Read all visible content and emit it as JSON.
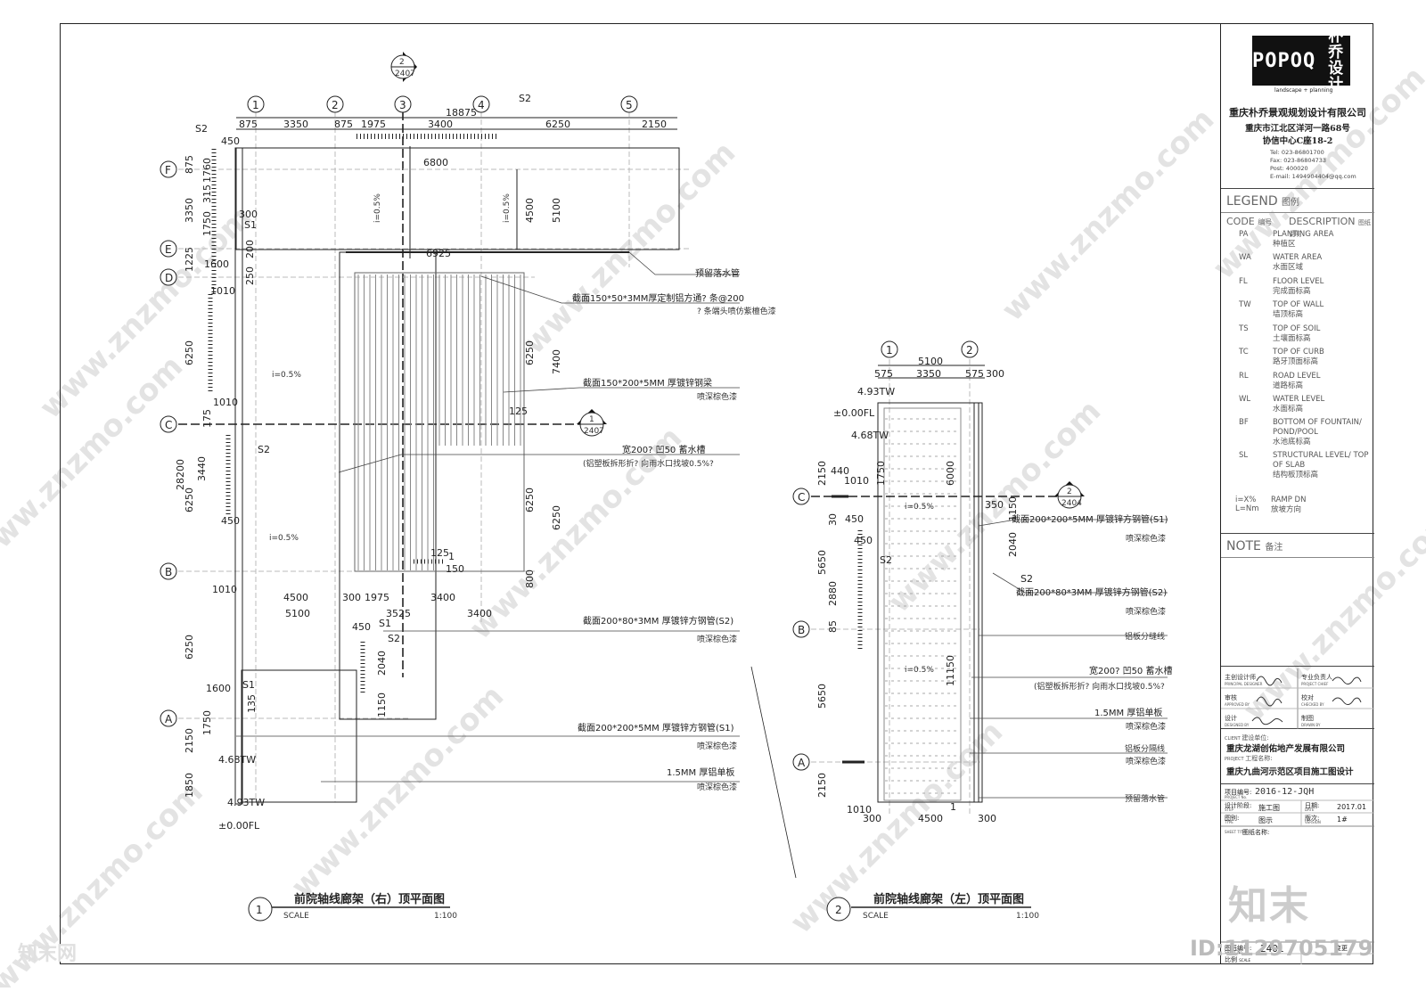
{
  "company": {
    "logo_mark": "POPOQ",
    "logo_cn_1": "朴乔",
    "logo_cn_2": "设计",
    "logo_sub": "landscape + planning",
    "name": "重庆朴乔景观规划设计有限公司",
    "addr1": "重庆市江北区洋河一路68号",
    "addr2": "协信中心C座18-2",
    "tel": "Tel: 023-86801700",
    "fax": "Fax: 023-86804733",
    "post": "Post: 400020",
    "email": "E-mail: 1494904404@qq.com"
  },
  "legend": {
    "title_en": "LEGEND",
    "title_cn": "图例",
    "h_code": "CODE",
    "h_code_cn": "编号",
    "h_desc": "DESCRIPTION",
    "h_desc_cn": "图纸说明",
    "rows": [
      {
        "code": "PA",
        "en": "PLANTING AREA",
        "cn": "种植区"
      },
      {
        "code": "WA",
        "en": "WATER AREA",
        "cn": "水面区域"
      },
      {
        "code": "FL",
        "en": "FLOOR LEVEL",
        "cn": "完成面标高"
      },
      {
        "code": "TW",
        "en": "TOP OF WALL",
        "cn": "墙顶标高"
      },
      {
        "code": "TS",
        "en": "TOP OF SOIL",
        "cn": "土壤面标高"
      },
      {
        "code": "TC",
        "en": "TOP OF CURB",
        "cn": "路牙顶面标高"
      },
      {
        "code": "RL",
        "en": "ROAD LEVEL",
        "cn": "道路标高"
      },
      {
        "code": "WL",
        "en": "WATER LEVEL",
        "cn": "水面标高"
      },
      {
        "code": "BF",
        "en": "BOTTOM OF FOUNTAIN/ POND/POOL",
        "cn": "水池底标高"
      },
      {
        "code": "SL",
        "en": "STRUCTURAL LEVEL/ TOP OF SLAB",
        "cn": "结构板顶标高"
      }
    ],
    "ramp_code1": "i=X%",
    "ramp_code2": "L=Nm",
    "ramp_en": "RAMP DN",
    "ramp_cn": "放坡方向"
  },
  "note": {
    "en": "NOTE",
    "cn": "备注"
  },
  "signoff": {
    "principal_cn": "主创设计师",
    "principal_en": "PRINCIPAL DESIGNER",
    "chief_cn": "专业负责人",
    "chief_en": "PROJECT CHIEF",
    "approved_cn": "审核",
    "approved_en": "APPROVED BY",
    "checked_cn": "校对",
    "checked_en": "CHECKED BY",
    "designed_cn": "设计",
    "designed_en": "DESIGNED BY",
    "drawn_cn": "制图",
    "drawn_en": "DRAWN BY"
  },
  "client": {
    "label_en": "CLIENT",
    "label_cn": "建设单位:",
    "name": "重庆龙湖创佑地产发展有限公司",
    "project_cn": "工程名称:",
    "project_en": "PROJECT",
    "project": "重庆九曲河示范区项目施工图设计"
  },
  "project_info": {
    "no_label": "项目编号:",
    "no_label_en": "PROJECT No.",
    "no": "2016-12-JQH",
    "stage_label": "设计阶段:",
    "stage_en": "STEP",
    "stage": "施工图",
    "date_label": "日期:",
    "date_en": "DATE",
    "date": "2017.01",
    "type_label": "图别:",
    "type_en": "TYPE",
    "type": "图示",
    "version_label": "版次:",
    "version_en": "VERSION",
    "version": "1#",
    "sheet_title_label": "图纸名称:",
    "sheet_title_en": "SHEET TITLE",
    "sheet_no_label": "图纸编号:",
    "sheet_no_en": "SHEET No.",
    "sheet_no": "2401",
    "change_label": "变更",
    "scale_label": "比例",
    "scale_en": "SCALE"
  },
  "watermark": {
    "url": "www.znzmo.com",
    "brand": "知末网",
    "id": "ID:1129705179",
    "mark": "知末"
  },
  "plan1": {
    "num": "1",
    "title": "前院轴线廊架（右）顶平面图",
    "scale_label": "SCALE",
    "scale": "1:100",
    "axes_top": [
      "1",
      "2",
      "3",
      "4",
      "5"
    ],
    "axes_left": [
      "F",
      "E",
      "D",
      "C",
      "B",
      "A"
    ],
    "dims_top": [
      "875",
      "3350",
      "875",
      "1975",
      "3400",
      "6250",
      "2150"
    ],
    "overall_top": "18875",
    "dims_left": [
      "875",
      "3350",
      "1225",
      "6250",
      "6250",
      "6250",
      "2150",
      "1850"
    ],
    "overall_left": "28200",
    "section_tag_top": {
      "num": "2",
      "sheet": "2407"
    },
    "section_tag_mid": {
      "num": "1",
      "sheet": "2407"
    },
    "dims_inner": [
      "6800",
      "6925",
      "5100",
      "4500",
      "7400",
      "6250",
      "6250",
      "6250",
      "3440",
      "1600",
      "1010",
      "1010",
      "1010",
      "450",
      "450",
      "125",
      "125",
      "300",
      "150",
      "2040",
      "1150",
      "1600",
      "1750",
      "4500",
      "300",
      "1975",
      "3400",
      "5100",
      "3525",
      "3400",
      "1750",
      "315",
      "1760",
      "200",
      "250",
      "450",
      "800",
      "135",
      "175",
      "1"
    ],
    "levels": [
      "4.68TW",
      "4.93TW",
      "±0.00FL"
    ],
    "slopes": [
      "i=0.5%",
      "i=0.5%",
      "i=0.5%",
      "i=0.5%"
    ],
    "tags": [
      "S1",
      "S2",
      "S1",
      "S2",
      "S2",
      "S2",
      "S1"
    ],
    "notes": [
      {
        "t": "预留落水管"
      },
      {
        "t": "截面150*50*3MM厚定制铝方通? 条@200",
        "s": "? 条端头喷仿紫檀色漆"
      },
      {
        "t": "截面150*200*5MM  厚镀锌钢梁",
        "s": "喷深棕色漆"
      },
      {
        "t": "宽200? 凹50 蓄水槽",
        "s": "(铝塑板拆形折? 向雨水口找坡0.5%?"
      },
      {
        "t": "截面200*80*3MM  厚镀锌方钢管(S2)",
        "s": "喷深棕色漆"
      },
      {
        "t": "截面200*200*5MM  厚镀锌方钢管(S1)",
        "s": "喷深棕色漆"
      },
      {
        "t": "1.5MM  厚铝单板",
        "s": "喷深棕色漆"
      }
    ]
  },
  "plan2": {
    "num": "2",
    "title": "前院轴线廊架（左）顶平面图",
    "scale_label": "SCALE",
    "scale": "1:100",
    "axes_top": [
      "1",
      "2"
    ],
    "axes_left": [
      "C",
      "B",
      "A"
    ],
    "dims_top": [
      "575",
      "3350",
      "575",
      "300",
      "5100"
    ],
    "dims_left": [
      "2150",
      "5650",
      "5650",
      "2150"
    ],
    "section_tag": {
      "num": "2",
      "sheet": "2404"
    },
    "dims_inner": [
      "6000",
      "1750",
      "440",
      "1010",
      "450",
      "450",
      "2880",
      "85",
      "11150",
      "2040",
      "1150",
      "1010",
      "300",
      "4500",
      "300",
      "350",
      "30",
      "1"
    ],
    "levels": [
      "4.93TW",
      "±0.00FL",
      "4.68TW"
    ],
    "slopes": [
      "i=0.5%",
      "i=0.5%"
    ],
    "tags": [
      "S2",
      "S2"
    ],
    "notes": [
      {
        "t": "截面200*200*5MM  厚镀锌方钢管(S1)",
        "s": "喷深棕色漆"
      },
      {
        "t": "截面200*80*3MM  厚镀锌方钢管(S2)",
        "s": "喷深棕色漆"
      },
      {
        "t": "铝板分缝线"
      },
      {
        "t": "宽200? 凹50 蓄水槽",
        "s": "(铝塑板拆形折? 向雨水口找坡0.5%?"
      },
      {
        "t": "1.5MM  厚铝单板",
        "s": "喷深棕色漆"
      },
      {
        "t": "铝板分隔线",
        "s": "喷深棕色漆"
      },
      {
        "t": "预留落水管"
      }
    ]
  }
}
